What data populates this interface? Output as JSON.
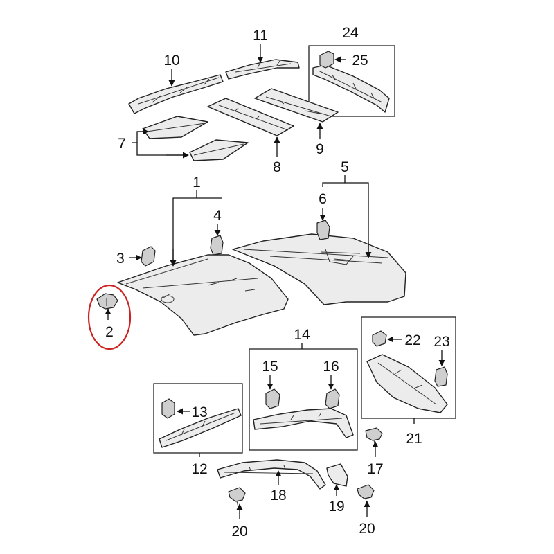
{
  "labels": {
    "l1": "1",
    "l2": "2",
    "l3": "3",
    "l4": "4",
    "l5": "5",
    "l6": "6",
    "l7": "7",
    "l8": "8",
    "l9": "9",
    "l10": "10",
    "l11": "11",
    "l12": "12",
    "l13": "13",
    "l14": "14",
    "l15": "15",
    "l16": "16",
    "l17": "17",
    "l18": "18",
    "l19": "19",
    "l20a": "20",
    "l20b": "20",
    "l21": "21",
    "l22": "22",
    "l23": "23",
    "l24": "24",
    "l25": "25"
  },
  "colors": {
    "line": "#222222",
    "part_fill": "#ececec",
    "highlight": "#cc2222"
  },
  "highlighted_part": "2"
}
